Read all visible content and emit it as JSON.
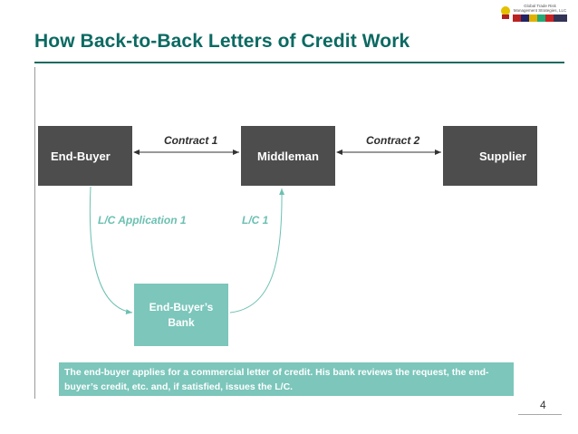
{
  "slide": {
    "title": "How Back-to-Back Letters of Credit Work",
    "page_number": "4"
  },
  "logo": {
    "company_name": "Global Trade Risk Management Strategies, LLC"
  },
  "nodes": {
    "end_buyer": "End-Buyer",
    "middleman": "Middleman",
    "supplier": "Supplier",
    "bank_line1": "End-Buyer’s",
    "bank_line2": "Bank"
  },
  "edges": {
    "contract1": "Contract 1",
    "contract2": "Contract 2",
    "lc_application": "L/C Application 1",
    "lc1": "L/C 1"
  },
  "note": {
    "text": "The end-buyer applies for a commercial letter of credit.  His bank reviews the request, the end-buyer’s credit, etc. and, if satisfied, issues the L/C."
  },
  "colors": {
    "title": "#0b6a62",
    "node_dark": "#4d4d4d",
    "node_teal": "#7cc6bb",
    "edge_teal": "#6cc0b2"
  }
}
